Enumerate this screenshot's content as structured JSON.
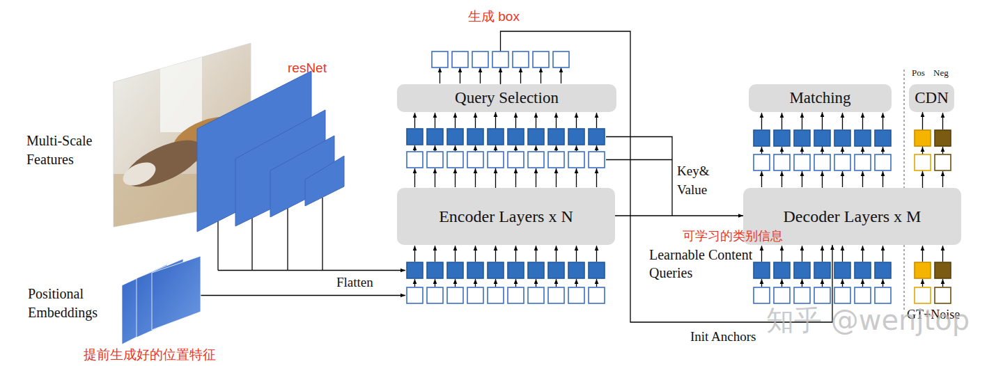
{
  "diagram": {
    "nodes": [
      {
        "text": [
          "Query Selection"
        ]
      },
      {
        "text": [
          "Matching"
        ]
      },
      {
        "text": [
          "CDN"
        ]
      },
      {
        "text": [
          "Encoder Layers x N"
        ]
      },
      {
        "text": [
          "Decoder Layers x M"
        ]
      }
    ],
    "edges": [
      {
        "from": 3,
        "to": 0,
        "arrow": "to"
      },
      {
        "from": 3,
        "to": 4,
        "label": "Key& Value",
        "arrow": "to"
      },
      {
        "from": 0,
        "to": 4,
        "label": "Init Anchors",
        "arrow": "to"
      },
      {
        "from": 4,
        "to": 1,
        "arrow": "to"
      },
      {
        "from": 4,
        "to": 2,
        "arrow": "to"
      }
    ],
    "labels": [
      "resNet",
      "Multi-Scale Features",
      "Positional Embeddings",
      "提前生成好的位置特征",
      "Flatten",
      "生成 box",
      "可学习的类别信息",
      "Learnable Content Queries",
      "Pos",
      "Neg",
      "GT+Noise",
      "知乎 @wenjtop"
    ]
  }
}
